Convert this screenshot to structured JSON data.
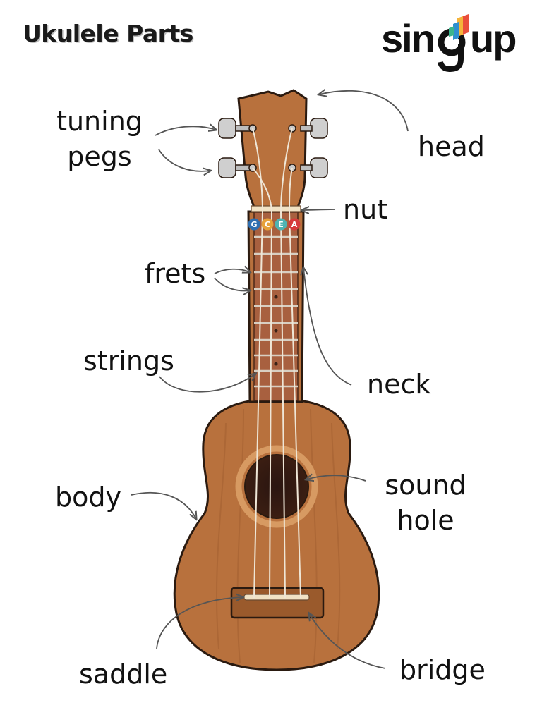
{
  "title": "Ukulele Parts",
  "logo": {
    "part1": "sin",
    "part2": "up",
    "icon": "music-note-g-icon"
  },
  "string_names": [
    "G",
    "C",
    "E",
    "A"
  ],
  "labels": {
    "tuning_pegs_1": "tuning",
    "tuning_pegs_2": "pegs",
    "head": "head",
    "nut": "nut",
    "frets": "frets",
    "strings": "strings",
    "neck": "neck",
    "body": "body",
    "sound_hole_1": "sound",
    "sound_hole_2": "hole",
    "saddle": "saddle",
    "bridge": "bridge"
  },
  "colors": {
    "wood": "#b8713d",
    "wood_dark": "#8e5128",
    "fretboard": "#a8603f",
    "outline": "#2a1a10",
    "string_g": "#2f6fb0",
    "string_c": "#e7a13a",
    "string_e": "#4fb3b3",
    "string_a": "#d63a3a",
    "arrow": "#555555"
  }
}
